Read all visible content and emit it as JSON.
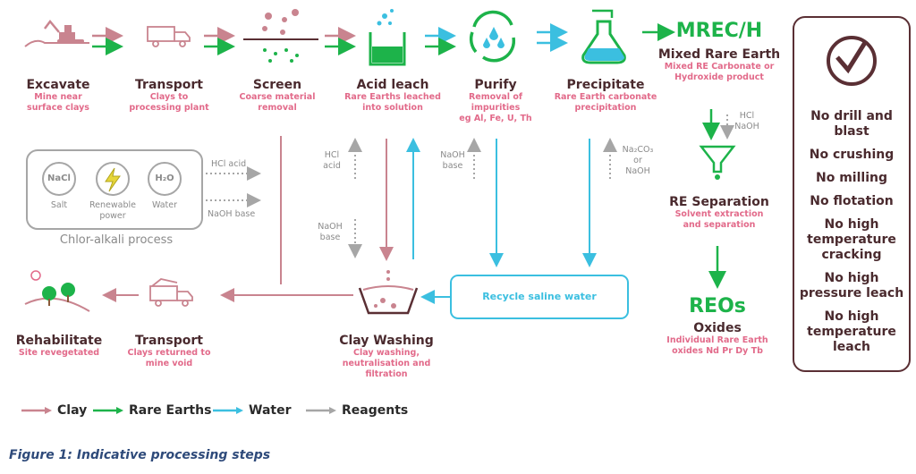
{
  "colors": {
    "clay": "#c9848f",
    "rare_earths": "#1db34a",
    "water": "#3bbfe0",
    "reagents": "#a6a6a6",
    "title": "#4a2a2e",
    "subtitle": "#e26a8a",
    "panel_border": "#5a2f34",
    "caption": "#2e4a7a"
  },
  "steps": {
    "excavate": {
      "title": "Excavate",
      "sub": [
        "Mine near",
        "surface clays"
      ],
      "icon": "excavator-icon"
    },
    "transport1": {
      "title": "Transport",
      "sub": [
        "Clays to",
        "processing plant"
      ],
      "icon": "truck-icon"
    },
    "screen": {
      "title": "Screen",
      "sub": [
        "Coarse material",
        "removal"
      ],
      "icon": "screen-icon"
    },
    "acid_leach": {
      "title": "Acid leach",
      "sub": [
        "Rare Earths leached",
        "into solution"
      ],
      "icon": "beaker-icon"
    },
    "purify": {
      "title": "Purify",
      "sub": [
        "Removal of",
        "impurities",
        "eg Al, Fe, U, Th"
      ],
      "icon": "recycle-drops-icon"
    },
    "precipitate": {
      "title": "Precipitate",
      "sub": [
        "Rare Earth carbonate",
        "precipitation"
      ],
      "icon": "flask-icon"
    },
    "mixed": {
      "big": "MREC/H",
      "title": "Mixed Rare Earth",
      "sub": [
        "Mixed RE Carbonate or",
        "Hydroxide product"
      ]
    },
    "re_sep": {
      "title": "RE Separation",
      "sub": [
        "Solvent extraction",
        "and separation"
      ],
      "icon": "funnel-icon"
    },
    "reos": {
      "big": "REOs",
      "title": "Oxides",
      "sub": [
        "Individual Rare Earth",
        "oxides Nd Pr Dy Tb"
      ]
    },
    "clay_washing": {
      "title": "Clay Washing",
      "sub": [
        "Clay washing,",
        "neutralisation and",
        "filtration"
      ],
      "icon": "washing-basin-icon"
    },
    "transport2": {
      "title": "Transport",
      "sub": [
        "Clays returned to",
        "mine void"
      ],
      "icon": "truck-icon"
    },
    "rehabilitate": {
      "title": "Rehabilitate",
      "sub": [
        "Site revegetated"
      ],
      "icon": "trees-icon"
    }
  },
  "chlor_alkali": {
    "label": "Chlor-alkali process",
    "items": [
      {
        "symbol": "NaCl",
        "label": "Salt"
      },
      {
        "symbol": "",
        "label": "Renewable power"
      },
      {
        "symbol": "H₂O",
        "label": "Water"
      }
    ],
    "outputs": [
      "HCl acid",
      "NaOH base"
    ]
  },
  "reagent_labels": {
    "hcl_acid_leach": [
      "HCl",
      "acid"
    ],
    "naoh_washing": [
      "NaOH",
      "base"
    ],
    "naoh_purify": [
      "NaOH",
      "base"
    ],
    "precip": [
      "Na₂CO₃",
      "or",
      "NaOH"
    ],
    "re_sep": [
      "HCl",
      "NaOH"
    ]
  },
  "recycle": {
    "label": "Recycle saline water"
  },
  "panel": {
    "items": [
      "No drill and blast",
      "No crushing",
      "No milling",
      "No flotation",
      "No high temperature cracking",
      "No high pressure leach",
      "No high temperature leach"
    ]
  },
  "legend": [
    {
      "label": "Clay",
      "color": "#c9848f"
    },
    {
      "label": "Rare Earths",
      "color": "#1db34a"
    },
    {
      "label": "Water",
      "color": "#3bbfe0"
    },
    {
      "label": "Reagents",
      "color": "#a6a6a6"
    }
  ],
  "caption": "Figure 1: Indicative processing steps"
}
